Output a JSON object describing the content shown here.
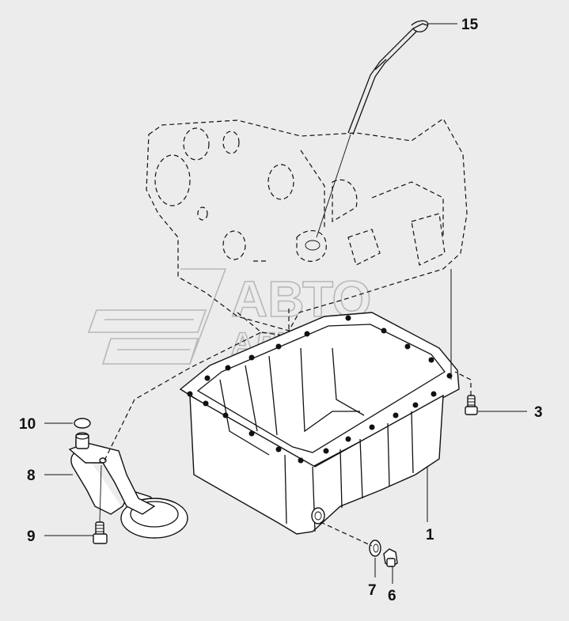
{
  "watermark": {
    "line1": "АВТО",
    "line2": "АЛЬЯНС"
  },
  "callouts": [
    "15",
    "3",
    "10",
    "8",
    "9",
    "1",
    "7",
    "6"
  ],
  "colors": {
    "background": "#ececec",
    "line": "#111111",
    "watermark": "#b8b8b8"
  }
}
